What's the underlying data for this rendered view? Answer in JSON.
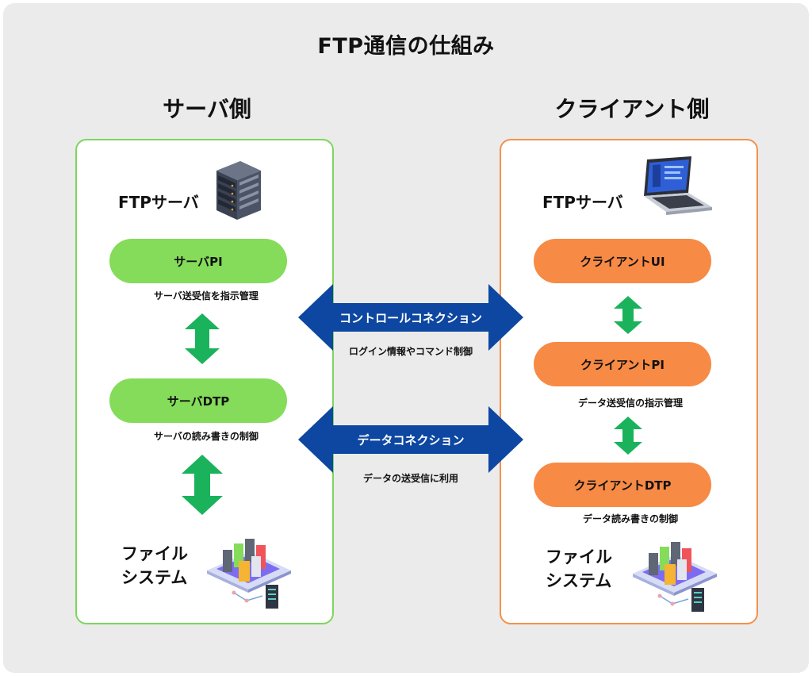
{
  "title": "FTP通信の仕組み",
  "server": {
    "heading": "サーバ側",
    "node_label": "FTPサーバ",
    "pi_label": "サーバPI",
    "pi_note": "サーバ送受信を指示管理",
    "dtp_label": "サーバDTP",
    "dtp_note": "サーバの読み書きの制御",
    "fs_line1": "ファイル",
    "fs_line2": "システム",
    "icon": "server-rack-icon"
  },
  "client": {
    "heading": "クライアント側",
    "node_label": "FTPサーバ",
    "ui_label": "クライアントUI",
    "pi_label": "クライアントPI",
    "pi_note": "データ送受信の指示管理",
    "dtp_label": "クライアントDTP",
    "dtp_note": "データ読み書きの制御",
    "fs_line1": "ファイル",
    "fs_line2": "システム",
    "icon": "laptop-icon"
  },
  "connections": {
    "control_label": "コントロールコネクション",
    "control_note": "ログイン情報やコマンド制御",
    "data_label": "データコネクション",
    "data_note": "データの送受信に利用"
  },
  "colors": {
    "server_accent": "#84dc5a",
    "client_accent": "#f78a45",
    "connection_arrow": "#0d47a1",
    "vertical_arrow": "#1ab35c"
  }
}
